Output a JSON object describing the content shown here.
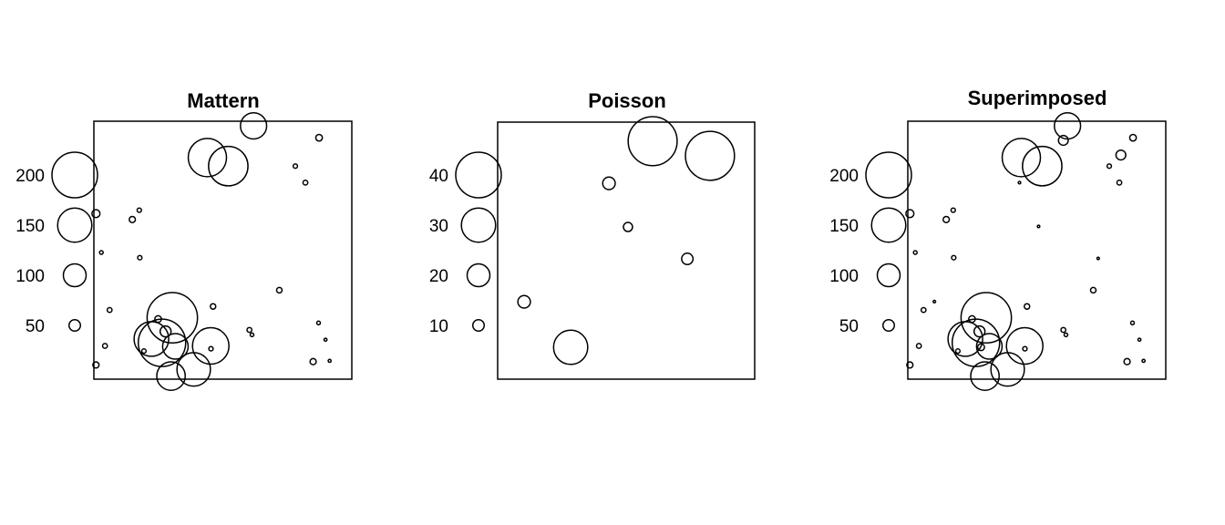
{
  "chart_data": [
    {
      "type": "scatter",
      "title": "Mattern",
      "xlim": [
        0,
        1
      ],
      "ylim": [
        0,
        1
      ],
      "legend_values": [
        50,
        100,
        150,
        200
      ],
      "legend_labels": [
        "50",
        "100",
        "150",
        "200"
      ],
      "mark_scale": 0.125,
      "points": [
        [
          0.619,
          0.982,
          115
        ],
        [
          0.873,
          0.936,
          29
        ],
        [
          0.44,
          0.859,
          168
        ],
        [
          0.521,
          0.826,
          173
        ],
        [
          0.781,
          0.826,
          19
        ],
        [
          0.82,
          0.762,
          21
        ],
        [
          0.008,
          0.642,
          35
        ],
        [
          0.176,
          0.655,
          19
        ],
        [
          0.149,
          0.619,
          27
        ],
        [
          0.029,
          0.491,
          16
        ],
        [
          0.178,
          0.471,
          19
        ],
        [
          0.719,
          0.345,
          24
        ],
        [
          0.061,
          0.268,
          21
        ],
        [
          0.462,
          0.282,
          24
        ],
        [
          0.304,
          0.238,
          221
        ],
        [
          0.249,
          0.233,
          29
        ],
        [
          0.278,
          0.185,
          48
        ],
        [
          0.223,
          0.156,
          152
        ],
        [
          0.264,
          0.141,
          208
        ],
        [
          0.316,
          0.127,
          112
        ],
        [
          0.453,
          0.129,
          160
        ],
        [
          0.603,
          0.191,
          21
        ],
        [
          0.613,
          0.172,
          16
        ],
        [
          0.871,
          0.218,
          16
        ],
        [
          0.898,
          0.153,
          13
        ],
        [
          0.043,
          0.129,
          21
        ],
        [
          0.194,
          0.109,
          19
        ],
        [
          0.454,
          0.118,
          19
        ],
        [
          0.299,
          0.012,
          125
        ],
        [
          0.387,
          0.038,
          147
        ],
        [
          0.85,
          0.068,
          27
        ],
        [
          0.914,
          0.071,
          13
        ],
        [
          0.008,
          0.055,
          27
        ]
      ]
    },
    {
      "type": "scatter",
      "title": "Poisson",
      "xlim": [
        0,
        1
      ],
      "ylim": [
        0,
        1
      ],
      "legend_values": [
        10,
        20,
        30,
        40
      ],
      "legend_labels": [
        "10",
        "20",
        "30",
        "40"
      ],
      "mark_scale": 0.625,
      "points": [
        [
          0.603,
          0.926,
          43
        ],
        [
          0.826,
          0.869,
          43
        ],
        [
          0.433,
          0.762,
          11
        ],
        [
          0.507,
          0.592,
          8
        ],
        [
          0.738,
          0.468,
          10
        ],
        [
          0.103,
          0.301,
          11
        ],
        [
          0.284,
          0.124,
          30
        ]
      ]
    },
    {
      "type": "scatter",
      "title": "Superimposed",
      "xlim": [
        0,
        1
      ],
      "ylim": [
        0,
        1
      ],
      "legend_values": [
        50,
        100,
        150,
        200
      ],
      "legend_labels": [
        "50",
        "100",
        "150",
        "200"
      ],
      "mark_scale": 0.125,
      "points_from": [
        "Mattern",
        "Poisson"
      ]
    }
  ]
}
